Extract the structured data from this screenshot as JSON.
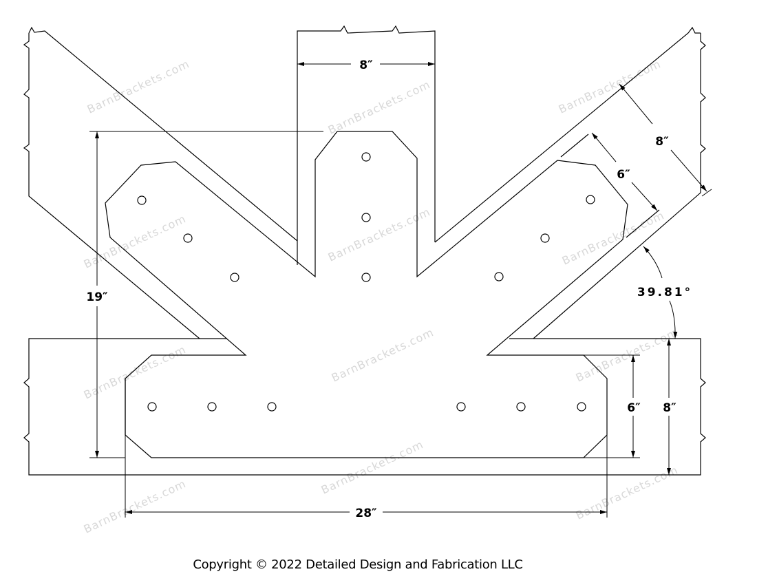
{
  "dimensions": {
    "post_width": "8″",
    "height": "19″",
    "width": "28″",
    "bracket_leg_bottom": "6″",
    "beam_bottom": "8″",
    "bracket_leg_diag": "6″",
    "beam_diag": "8″",
    "angle": "39.81°"
  },
  "watermark": "BarnBrackets.com",
  "copyright": "Copyright © 2022 Detailed Design and Fabrication LLC"
}
